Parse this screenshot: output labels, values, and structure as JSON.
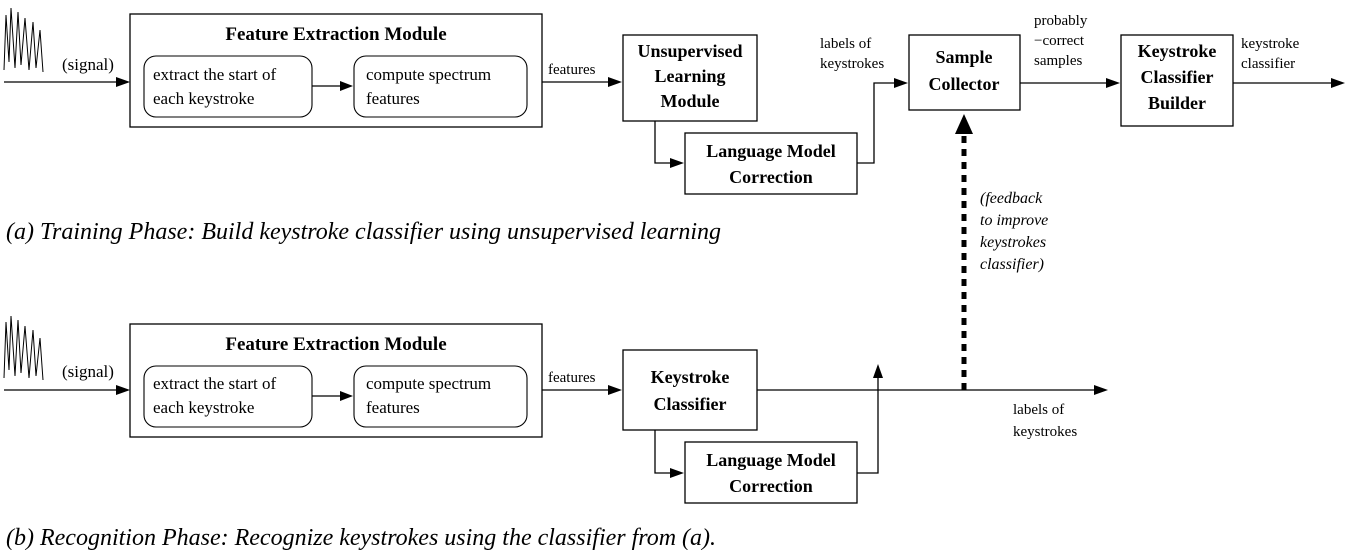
{
  "training": {
    "signal_label": "(signal)",
    "feature_module": {
      "title": "Feature Extraction Module",
      "step1": [
        "extract the start of",
        "each keystroke"
      ],
      "step2": [
        "compute spectrum",
        "features"
      ]
    },
    "features_label": "features",
    "unsupervised": [
      "Unsupervised",
      "Learning",
      "Module"
    ],
    "language_model": [
      "Language Model",
      "Correction"
    ],
    "labels_label": [
      "labels of",
      "keystrokes"
    ],
    "sample_collector": [
      "Sample",
      "Collector"
    ],
    "samples_label": [
      "probably",
      "−correct",
      "samples"
    ],
    "builder": [
      "Keystroke",
      "Classifier",
      "Builder"
    ],
    "output_label": [
      "keystroke",
      "classifier"
    ],
    "caption": "(a) Training Phase: Build keystroke classifier using unsupervised learning"
  },
  "feedback_label": [
    "(feedback",
    "to improve",
    "keystrokes",
    "classifier)"
  ],
  "recognition": {
    "signal_label": "(signal)",
    "feature_module": {
      "title": "Feature Extraction Module",
      "step1": [
        "extract the start of",
        "each keystroke"
      ],
      "step2": [
        "compute spectrum",
        "features"
      ]
    },
    "features_label": "features",
    "classifier": [
      "Keystroke",
      "Classifier"
    ],
    "language_model": [
      "Language Model",
      "Correction"
    ],
    "output_label": [
      "labels of",
      "keystrokes"
    ],
    "caption": "(b) Recognition Phase: Recognize keystrokes using the classifier from (a)."
  }
}
